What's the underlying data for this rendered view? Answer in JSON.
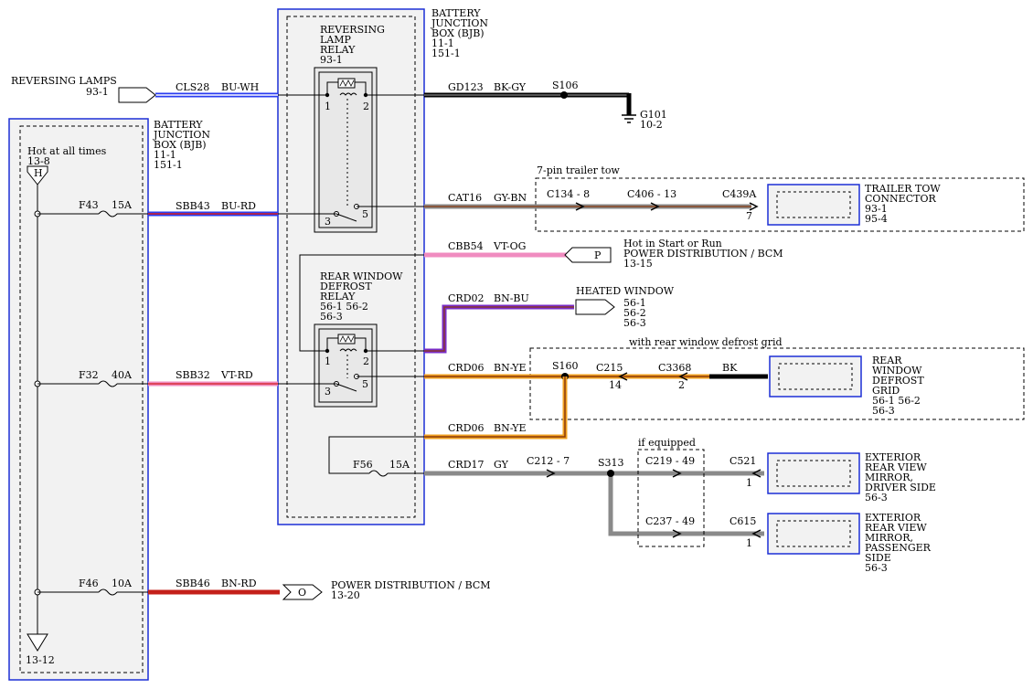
{
  "bjb_left": {
    "title": [
      "BATTERY",
      "JUNCTION",
      "BOX (BJB)",
      "11-1",
      "151-1"
    ],
    "hot_label": "Hot at all times",
    "hot_ref": "13-8",
    "connector_top": "H",
    "bottom_ref": "13-12"
  },
  "bjb_main": {
    "title": [
      "BATTERY",
      "JUNCTION",
      "BOX (BJB)",
      "11-1",
      "151-1"
    ]
  },
  "reversing_relay": {
    "title": [
      "REVERSING",
      "LAMP",
      "RELAY",
      "93-1"
    ],
    "pins": {
      "p1": "1",
      "p2": "2",
      "p3": "3",
      "p5": "5"
    }
  },
  "defrost_relay": {
    "title": [
      "REAR WINDOW",
      "DEFROST",
      "RELAY",
      "56-1   56-2",
      "56-3"
    ],
    "pins": {
      "p1": "1",
      "p2": "2",
      "p3": "3",
      "p5": "5"
    }
  },
  "fuses": {
    "f43": {
      "name": "F43",
      "rating": "15A"
    },
    "f32": {
      "name": "F32",
      "rating": "40A"
    },
    "f46": {
      "name": "F46",
      "rating": "10A"
    },
    "f56": {
      "name": "F56",
      "rating": "15A"
    }
  },
  "wires": {
    "cls28": {
      "circuit": "CLS28",
      "color": "BU-WH"
    },
    "sbb43": {
      "circuit": "SBB43",
      "color": "BU-RD"
    },
    "sbb32": {
      "circuit": "SBB32",
      "color": "VT-RD"
    },
    "sbb46": {
      "circuit": "SBB46",
      "color": "BN-RD"
    },
    "gd123": {
      "circuit": "GD123",
      "color": "BK-GY"
    },
    "cat16": {
      "circuit": "CAT16",
      "color": "GY-BN"
    },
    "cbb54": {
      "circuit": "CBB54",
      "color": "VT-OG"
    },
    "crd02": {
      "circuit": "CRD02",
      "color": "BN-BU"
    },
    "crd06a": {
      "circuit": "CRD06",
      "color": "BN-YE"
    },
    "crd06b": {
      "circuit": "CRD06",
      "color": "BN-YE"
    },
    "crd17": {
      "circuit": "CRD17",
      "color": "GY"
    },
    "bk": {
      "color": "BK"
    }
  },
  "splices": {
    "s106": "S106",
    "s160": "S160",
    "s313": "S313"
  },
  "ground": {
    "name": "G101",
    "ref": "10-2"
  },
  "connectors": {
    "c134": "C134 - 8",
    "c406": "C406 - 13",
    "c439a": "C439A",
    "c439a_pin": "7",
    "c215": "C215",
    "c215_pin": "14",
    "c3368": "C3368",
    "c3368_pin": "2",
    "c212": "C212 - 7",
    "c219": "C219 - 49",
    "c237": "C237 - 49",
    "c521": "C521",
    "c521_pin": "1",
    "c615": "C615",
    "c615_pin": "1"
  },
  "groups": {
    "trailer_tow": "7-pin trailer tow",
    "defrost_grid": "with rear window defrost grid",
    "if_equipped": "if equipped"
  },
  "components": {
    "reversing_lamps": {
      "name": "REVERSING LAMPS",
      "ref": "93-1"
    },
    "trailer_tow_connector": {
      "lines": [
        "TRAILER TOW",
        "CONNECTOR",
        "93-1",
        "95-4"
      ]
    },
    "power_dist_p": {
      "letter": "P",
      "lines": [
        "Hot in Start or Run",
        "POWER DISTRIBUTION / BCM",
        "13-15"
      ]
    },
    "heated_window": {
      "lines": [
        "HEATED WINDOW",
        "56-1",
        "56-2",
        "56-3"
      ]
    },
    "rear_window_defrost_grid": {
      "lines": [
        "REAR",
        "WINDOW",
        "DEFROST",
        "GRID",
        "56-1     56-2",
        "56-3"
      ]
    },
    "mirror_driver": {
      "lines": [
        "EXTERIOR",
        "REAR VIEW",
        "MIRROR,",
        "DRIVER SIDE",
        "56-3"
      ]
    },
    "mirror_passenger": {
      "lines": [
        "EXTERIOR",
        "REAR VIEW",
        "MIRROR,",
        "PASSENGER",
        "SIDE",
        "56-3"
      ]
    },
    "power_dist_o": {
      "letter": "O",
      "lines": [
        "POWER DISTRIBUTION / BCM",
        "13-20"
      ]
    }
  },
  "colors": {
    "box_border": "#1c2fd6",
    "box_fill": "#f2f2f2",
    "bu": "#2a3cf0",
    "wh": "#ffffff",
    "rd": "#d41d1d",
    "vt": "#7a2cc8",
    "og": "#ff8c1a",
    "bn": "#8b3a0e",
    "ye": "#f0d020",
    "gy": "#8a8a8a",
    "bk": "#000000",
    "pink": "#f08cc0"
  }
}
